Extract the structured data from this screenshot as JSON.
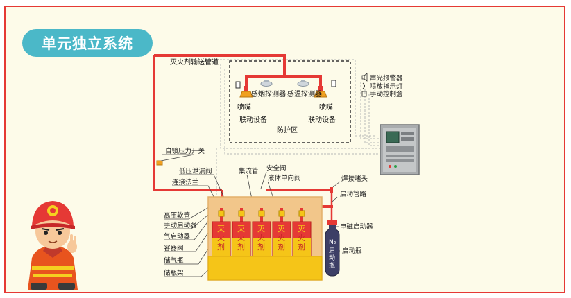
{
  "title": "单元独立系统",
  "labels": {
    "pipe": "灭火剂输送管道",
    "smoke_detector": "感烟探测器",
    "temp_detector": "感温探测器",
    "nozzle_left": "喷嘴",
    "nozzle_right": "喷嘴",
    "linkage_left": "联动设备",
    "linkage_right": "联动设备",
    "zone": "防护区",
    "alarm": "声光报警器",
    "release_light": "喷放指示灯",
    "manual_box": "手动控制盒",
    "pressure_switch": "自锁压力开关",
    "low_pressure_valve": "低压泄漏阀",
    "manifold": "集流管",
    "safety_valve": "安全阀",
    "check_valve": "液体单向阀",
    "flange": "连接法兰",
    "weld_head": "焊接堵头",
    "start_pipe": "启动管路",
    "hose": "高压软管",
    "manual_starter": "手动启动器",
    "gas_starter": "气启动器",
    "container_valve": "容器阀",
    "storage_bottle": "储气瓶",
    "rack": "储瓶架",
    "solenoid": "电磁启动器",
    "start_bottle": "启动瓶",
    "n2_bottle_text": "N₂启动瓶"
  },
  "cylinder_text": [
    "灭",
    "火",
    "剂"
  ],
  "colors": {
    "pipe_red": "#e53935",
    "accent_teal": "#4bb8c8",
    "background": "#fdfbe9",
    "cylinder_red": "#e53935",
    "cylinder_yellow": "#f5c518",
    "rack_orange": "#f2c68a",
    "nozzle_orange": "#f0a020",
    "n2_bottle": "#3d3f66"
  },
  "icons": [
    "firefighter-mascot-icon",
    "control-panel-icon",
    "smoke-detector-icon",
    "nozzle-icon",
    "speaker-icon"
  ]
}
